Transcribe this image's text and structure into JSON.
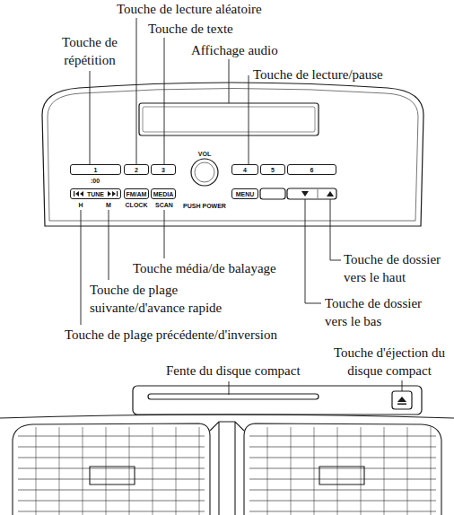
{
  "diagram": {
    "nodes": [
      {
        "text": [
          "1"
        ]
      },
      {
        "text": [
          "2"
        ]
      },
      {
        "text": [
          "3"
        ]
      },
      {
        "text": [
          "4"
        ]
      },
      {
        "text": [
          "5"
        ]
      },
      {
        "text": [
          "6"
        ]
      },
      {
        "text": [
          "TUNE"
        ]
      },
      {
        "text": [
          "FM/AM"
        ]
      },
      {
        "text": [
          "MEDIA"
        ]
      },
      {
        "text": [
          "MENU"
        ]
      }
    ],
    "labels": [
      "Touche de lecture aléatoire",
      "Touche de texte",
      "Touche de répétition",
      "Affichage audio",
      "Touche de lecture/pause",
      ":00",
      "VOL",
      "H",
      "M",
      "CLOCK",
      "SCAN",
      "PUSH POWER",
      "Touche média/de balayage",
      "Touche de dossier vers le haut",
      "Touche de plage suivante/d'avance rapide",
      "Touche de dossier vers le bas",
      "Touche de plage précédente/d'inversion",
      "Fente du disque compact",
      "Touche d'éjection du disque compact"
    ]
  }
}
